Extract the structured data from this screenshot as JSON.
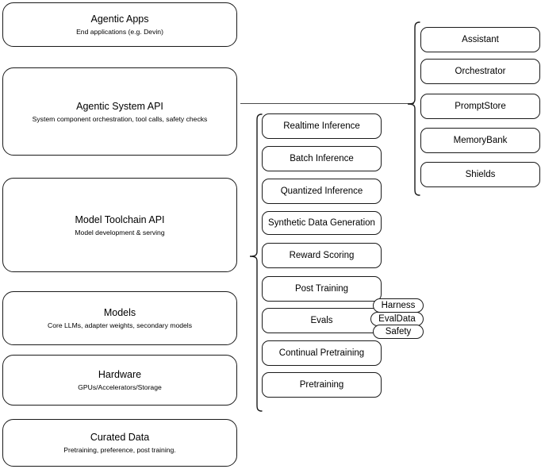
{
  "diagram": {
    "type": "layered-architecture-diagram",
    "stack_layers": [
      {
        "title": "Agentic Apps",
        "subtitle": "End applications (e.g. Devin)"
      },
      {
        "title": "Agentic System API",
        "subtitle": "System component orchestration, tool calls, safety checks"
      },
      {
        "title": "Model Toolchain API",
        "subtitle": "Model development & serving"
      },
      {
        "title": "Models",
        "subtitle": "Core LLMs, adapter weights, secondary models"
      },
      {
        "title": "Hardware",
        "subtitle": "GPUs/Accelerators/Storage"
      },
      {
        "title": "Curated Data",
        "subtitle": "Pretraining, preference, post training."
      }
    ],
    "agentic_system_components": [
      {
        "label": "Assistant"
      },
      {
        "label": "Orchestrator"
      },
      {
        "label": "PromptStore"
      },
      {
        "label": "MemoryBank"
      },
      {
        "label": "Shields"
      }
    ],
    "model_toolchain_components": [
      {
        "label": "Realtime Inference"
      },
      {
        "label": "Batch Inference"
      },
      {
        "label": "Quantized Inference"
      },
      {
        "label": "Synthetic Data Generation"
      },
      {
        "label": "Reward Scoring"
      },
      {
        "label": "Post Training"
      },
      {
        "label": "Evals"
      },
      {
        "label": "Continual Pretraining"
      },
      {
        "label": "Pretraining"
      }
    ],
    "evals_subcomponents": [
      {
        "label": "Harness"
      },
      {
        "label": "EvalData"
      },
      {
        "label": "Safety"
      }
    ],
    "colors": {
      "stroke": "#1a1a1a",
      "connector": "#4a4a4a",
      "background": "#ffffff"
    }
  }
}
